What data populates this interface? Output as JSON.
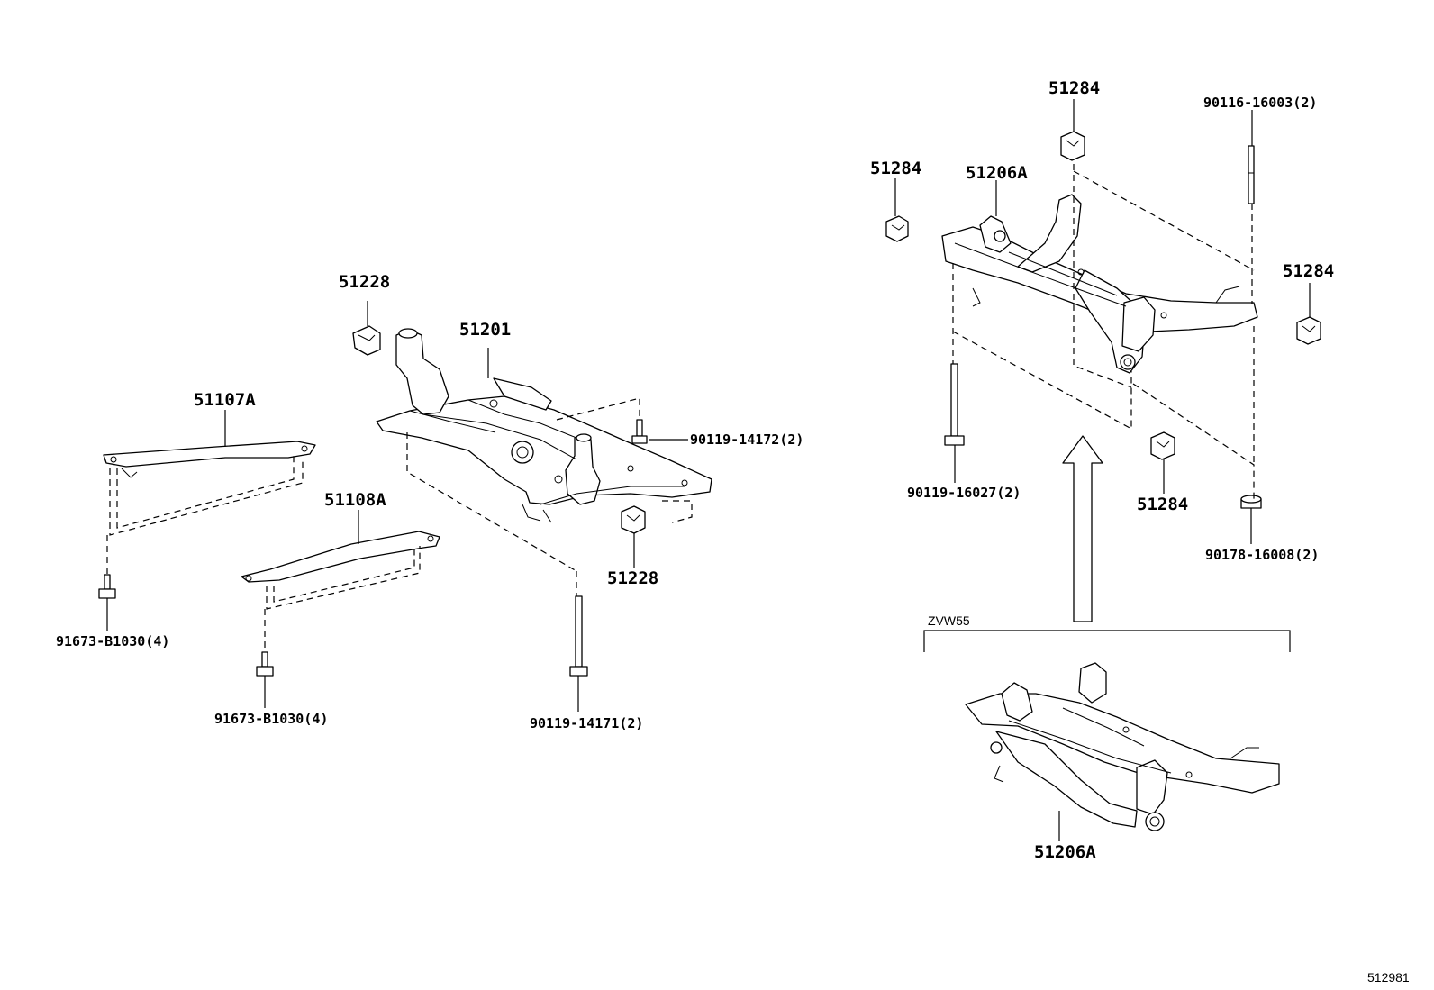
{
  "diagram": {
    "labels": {
      "p51228_top": "51228",
      "p51201": "51201",
      "p51107A": "51107A",
      "p51108A": "51108A",
      "p90119_14172": "90119-14172(2)",
      "p51228_bottom": "51228",
      "p91673_left": "91673-B1030(4)",
      "p91673_mid": "91673-B1030(4)",
      "p90119_14171": "90119-14171(2)",
      "p51284_top": "51284",
      "p51284_left": "51284",
      "p51206A_top": "51206A",
      "p90116_16003": "90116-16003(2)",
      "p51284_right": "51284",
      "p90119_16027": "90119-16027(2)",
      "p51284_bottom": "51284",
      "p90178_16008": "90178-16008(2)",
      "variant_label": "ZVW55",
      "p51206A_bottom": "51206A",
      "diagram_id": "512981"
    },
    "icons": {
      "front_crossmember": "front-suspension-crossmember-icon",
      "rear_crossmember": "rear-suspension-crossmember-icon",
      "brace": "brace-icon",
      "bolt": "bolt-icon",
      "stopper": "stopper-icon",
      "arrow": "up-arrow-icon"
    }
  }
}
